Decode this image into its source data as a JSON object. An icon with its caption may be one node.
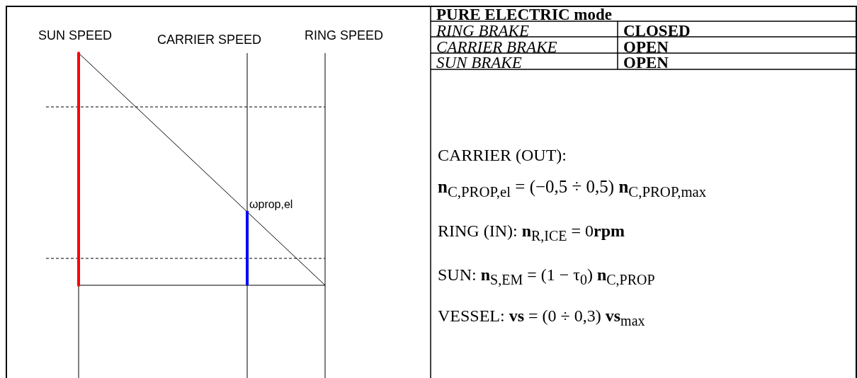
{
  "diagram": {
    "labels": [
      "SUN SPEED",
      "CARRIER SPEED",
      "RING SPEED",
      "ωprop,el",
      "PURE ELECTRIC mode",
      "RING BRAKE",
      "CLOSED",
      "CARRIER BRAKE",
      "OPEN",
      "SUN BRAKE",
      "OPEN",
      "CARRIER (OUT):",
      "**n**$_{C,PROP,el}$ = (−0,5 ÷ 0,5) **n**$_{C,PROP,max}$",
      "RING (IN): **n**$_{R,ICE}$ = 0**rpm**",
      "SUN: **n**$_{S,EM}$ = (1 − τ$_{0}$) **n**$_{C,PROP}$",
      "VESSEL: **vs** = (0 ÷ 0,3) **vs**$_{max}$"
    ]
  }
}
